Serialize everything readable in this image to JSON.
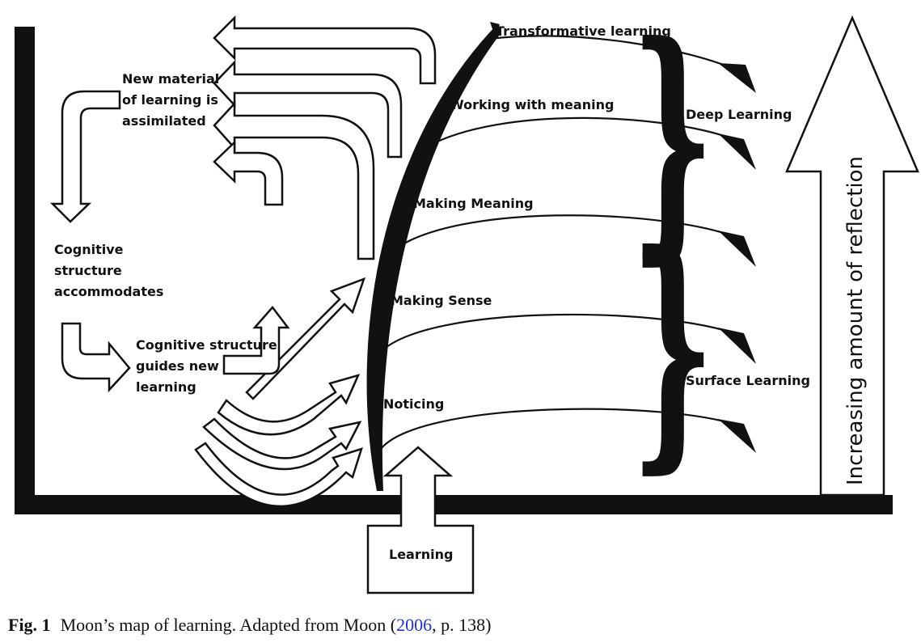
{
  "labels": {
    "transformative": "Transformative learning",
    "working": "Working with meaning",
    "making_meaning": "Making Meaning",
    "making_sense": "Making Sense",
    "noticing": "Noticing",
    "deep": "Deep Learning",
    "surface": "Surface Learning",
    "reflection": "Increasing amount of reflection",
    "learning": "Learning",
    "new_material": [
      "New material",
      "of learning is",
      "assimilated"
    ],
    "cognitive_accommodates": [
      "Cognitive",
      "structure",
      "accommodates"
    ],
    "cognitive_guides": [
      "Cognitive structure",
      "guides new",
      "learning"
    ]
  },
  "caption": {
    "fig": "Fig. 1",
    "text_before": "Moon’s map of learning. Adapted from Moon (",
    "year": "2006",
    "text_after": ", p. 138)"
  }
}
